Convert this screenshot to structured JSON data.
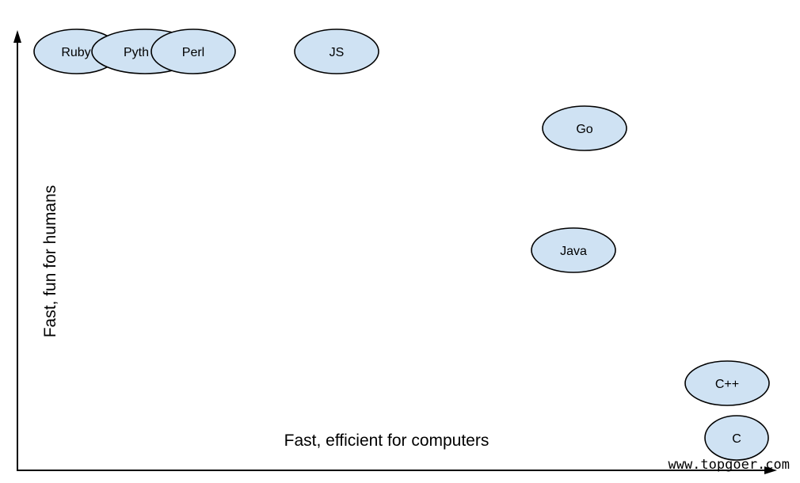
{
  "axes": {
    "x_label": "Fast, efficient for computers",
    "y_label": "Fast, fun for humans"
  },
  "nodes": [
    {
      "id": "ruby",
      "label": "Ruby"
    },
    {
      "id": "python",
      "label": "Pyth"
    },
    {
      "id": "perl",
      "label": "Perl"
    },
    {
      "id": "js",
      "label": "JS"
    },
    {
      "id": "go",
      "label": "Go"
    },
    {
      "id": "java",
      "label": "Java"
    },
    {
      "id": "cpp",
      "label": "C++"
    },
    {
      "id": "c",
      "label": "C"
    }
  ],
  "watermark": "www.topgoer.com",
  "colors": {
    "node_fill": "#cfe2f3",
    "node_stroke": "#000000"
  }
}
